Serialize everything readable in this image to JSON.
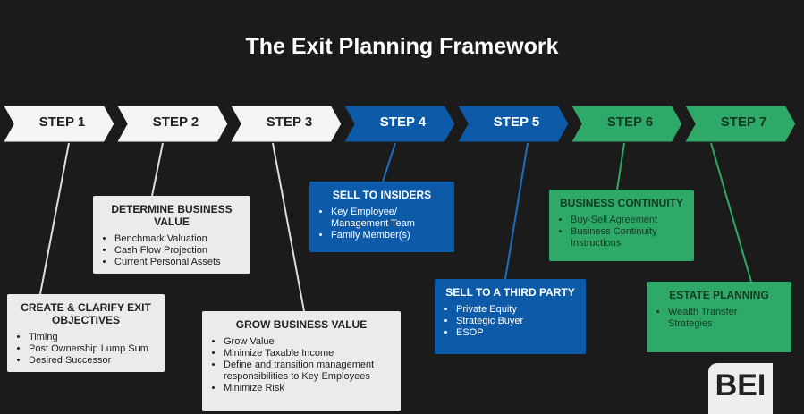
{
  "title": "The Exit Planning Framework",
  "steps": [
    {
      "label": "STEP 1",
      "color": "#f4f4f4",
      "text": "#222222"
    },
    {
      "label": "STEP 2",
      "color": "#f4f4f4",
      "text": "#222222"
    },
    {
      "label": "STEP 3",
      "color": "#f4f4f4",
      "text": "#222222"
    },
    {
      "label": "STEP 4",
      "color": "#0d5aa8",
      "text": "#ffffff"
    },
    {
      "label": "STEP 5",
      "color": "#0d5aa8",
      "text": "#ffffff"
    },
    {
      "label": "STEP 6",
      "color": "#2ea968",
      "text": "#143a22"
    },
    {
      "label": "STEP 7",
      "color": "#2ea968",
      "text": "#143a22"
    }
  ],
  "boxes": [
    {
      "title": "CREATE & CLARIFY EXIT OBJECTIVES",
      "items": [
        "Timing",
        "Post Ownership Lump Sum",
        "Desired Successor"
      ]
    },
    {
      "title": "DETERMINE BUSINESS VALUE",
      "items": [
        "Benchmark Valuation",
        "Cash Flow Projection",
        "Current Personal Assets"
      ]
    },
    {
      "title": "GROW BUSINESS VALUE",
      "items": [
        "Grow Value",
        "Minimize Taxable Income",
        "Define and transition management responsibilities to Key Employees",
        "Minimize Risk"
      ]
    },
    {
      "title": "SELL TO INSIDERS",
      "items": [
        "Key Employee/ Management Team",
        "Family Member(s)"
      ]
    },
    {
      "title": "SELL TO A THIRD PARTY",
      "items": [
        "Private Equity",
        "Strategic Buyer",
        "ESOP"
      ]
    },
    {
      "title": "BUSINESS CONTINUITY",
      "items": [
        "Buy-Sell Agreement",
        "Business Continuity Instructions"
      ]
    },
    {
      "title": "ESTATE PLANNING",
      "items": [
        "Wealth Transfer Strategies"
      ]
    }
  ],
  "logo": "BEI"
}
